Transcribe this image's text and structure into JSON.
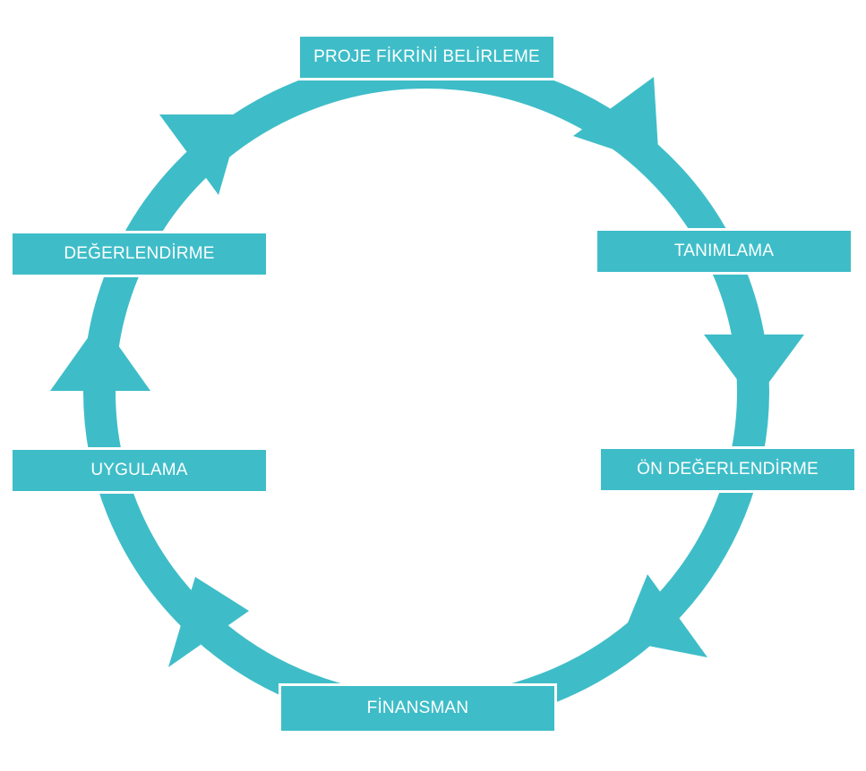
{
  "diagram": {
    "accent_color": "#3ebdc8",
    "stages": [
      {
        "id": "proje",
        "label": "PROJE FİKRİNİ BELİRLEME"
      },
      {
        "id": "tanim",
        "label": "TANIMLAMA"
      },
      {
        "id": "on",
        "label": "ÖN DEĞERLENDİRME"
      },
      {
        "id": "fin",
        "label": "FİNANSMAN"
      },
      {
        "id": "uyg",
        "label": "UYGULAMA"
      },
      {
        "id": "deg",
        "label": "DEĞERLENDİRME"
      }
    ]
  }
}
